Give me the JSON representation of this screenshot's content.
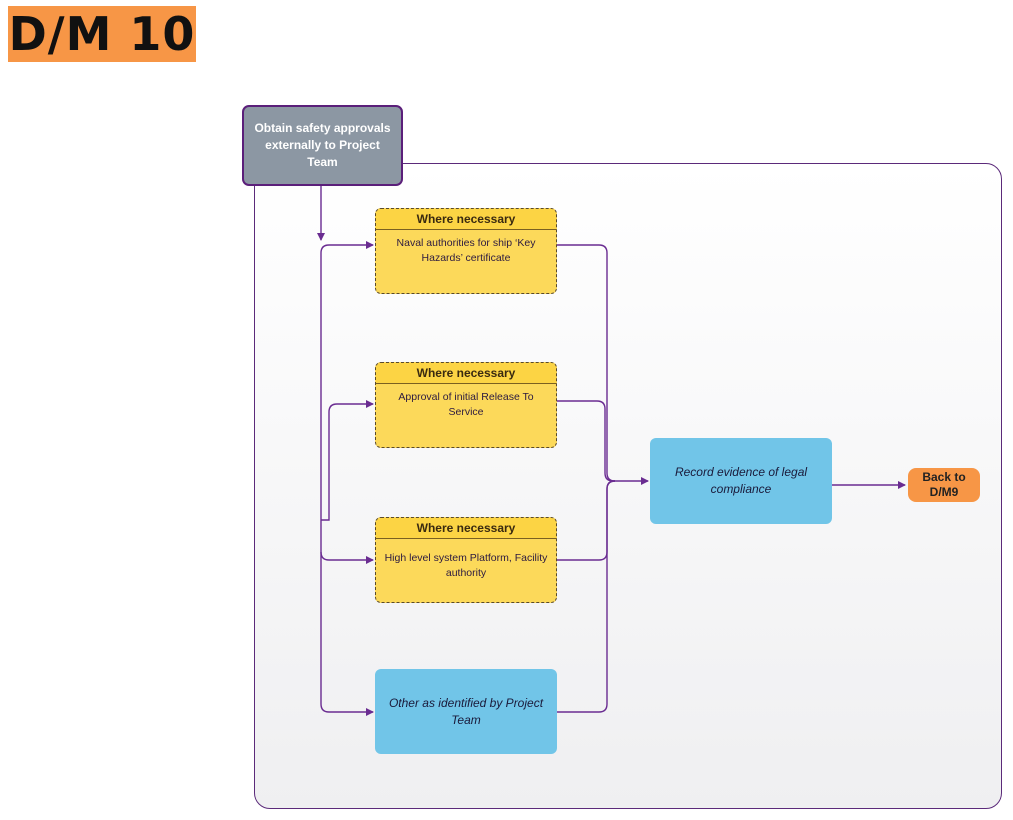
{
  "page": {
    "title": "D/M 10"
  },
  "diagram": {
    "start": {
      "label": "Obtain safety approvals externally to Project Team"
    },
    "conditions": [
      {
        "header": "Where necessary",
        "body": "Naval authorities for ship ‘Key Hazards’ certificate"
      },
      {
        "header": "Where necessary",
        "body": "Approval of initial Release To Service"
      },
      {
        "header": "Where necessary",
        "body": "High level system Platform, Facility authority"
      }
    ],
    "other": {
      "label": "Other as identified by Project Team"
    },
    "record": {
      "label": "Record evidence of legal compliance"
    },
    "back": {
      "label": "Back to D/M9"
    }
  },
  "colors": {
    "accent_orange": "#f79646",
    "connector_purple": "#6a2c91",
    "condition_yellow": "#fcd95a",
    "process_blue": "#71c5e8",
    "start_gray": "#8c97a3"
  }
}
